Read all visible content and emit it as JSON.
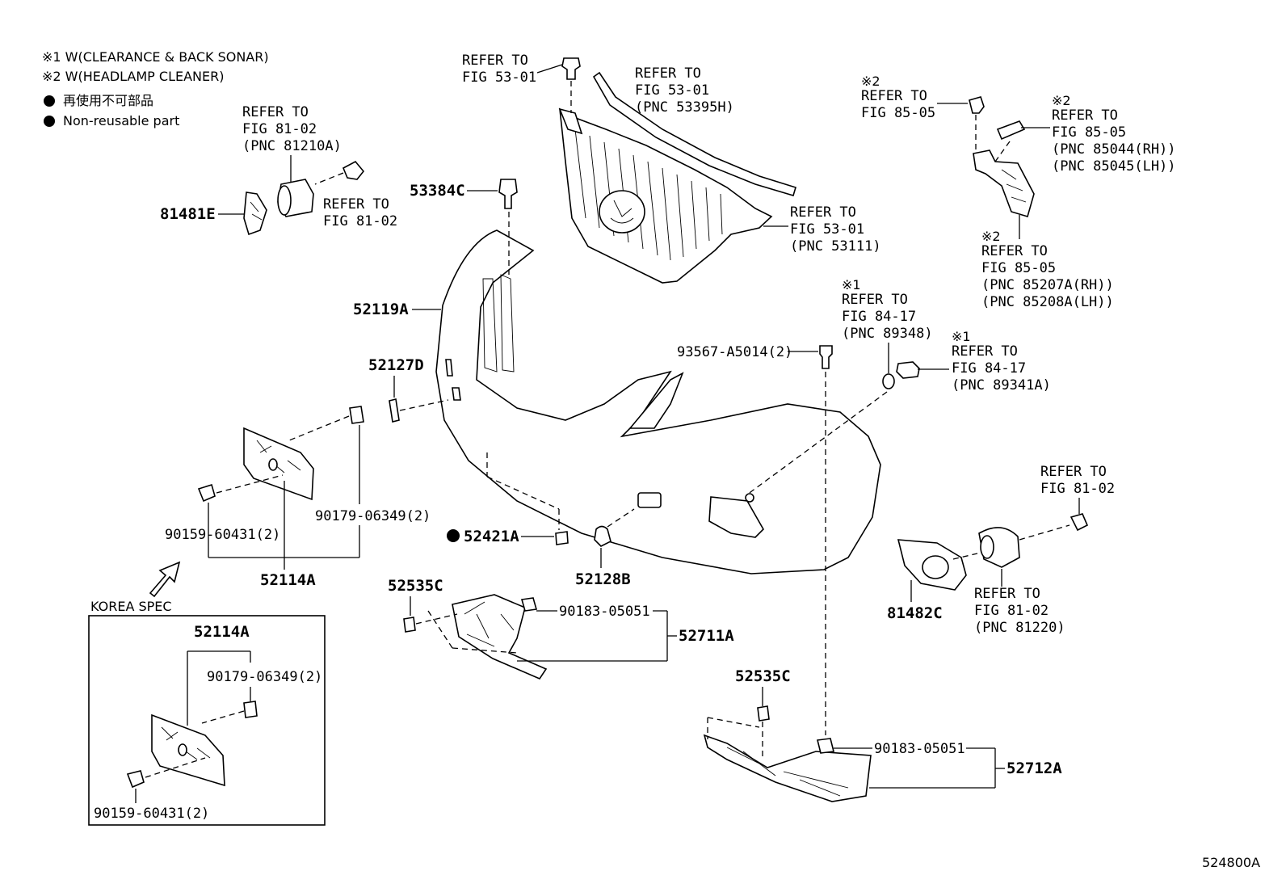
{
  "notes": {
    "note1": "※1 W(CLEARANCE & BACK SONAR)",
    "note2": "※2 W(HEADLAMP CLEANER)",
    "non_reusable_jp": "再使用不可部品",
    "non_reusable_en": "Non-reusable part"
  },
  "callouts": {
    "ref_8102_a": [
      "REFER TO",
      "FIG 81-02",
      "(PNC 81210A)"
    ],
    "ref_8102_b": [
      "REFER TO",
      "FIG 81-02"
    ],
    "ref_5301_top": [
      "REFER TO",
      "FIG 53-01"
    ],
    "ref_5301_molding": [
      "REFER TO",
      "FIG 53-01",
      "(PNC 53395H)"
    ],
    "ref_5301_grille": [
      "REFER TO",
      "FIG 53-01",
      "(PNC 53111)"
    ],
    "ref_8505_a_mark": "※2",
    "ref_8505_a": [
      "REFER TO",
      "FIG 85-05"
    ],
    "ref_8505_b_mark": "※2",
    "ref_8505_b": [
      "REFER TO",
      "FIG 85-05",
      "(PNC 85044(RH))",
      "(PNC 85045(LH))"
    ],
    "ref_8505_c_mark": "※2",
    "ref_8505_c": [
      "REFER TO",
      "FIG 85-05",
      "(PNC 85207A(RH))",
      "(PNC 85208A(LH))"
    ],
    "ref_8417_a_mark": "※1",
    "ref_8417_a": [
      "REFER TO",
      "FIG 84-17",
      "(PNC 89348)"
    ],
    "ref_8417_b_mark": "※1",
    "ref_8417_b": [
      "REFER TO",
      "FIG 84-17",
      "(PNC 89341A)"
    ],
    "ref_8102_c": [
      "REFER TO",
      "FIG 81-02"
    ],
    "ref_8102_d": [
      "REFER TO",
      "FIG 81-02",
      "(PNC 81220)"
    ]
  },
  "parts": {
    "p81481E": "81481E",
    "p53384C": "53384C",
    "p52119A": "52119A",
    "p52127D": "52127D",
    "p93567": "93567-A5014(2)",
    "p90179": "90179-06349(2)",
    "p90159": "90159-60431(2)",
    "p52114A": "52114A",
    "p52421A": "52421A",
    "p52128B": "52128B",
    "p52535C_a": "52535C",
    "p90183_a": "90183-05051",
    "p52711A": "52711A",
    "p81482C": "81482C",
    "p52535C_b": "52535C",
    "p90183_b": "90183-05051",
    "p52712A": "52712A"
  },
  "korea": {
    "title": "KOREA SPEC",
    "p52114A": "52114A",
    "p90179": "90179-06349(2)",
    "p90159": "90159-60431(2)"
  },
  "figure_id": "524800A"
}
